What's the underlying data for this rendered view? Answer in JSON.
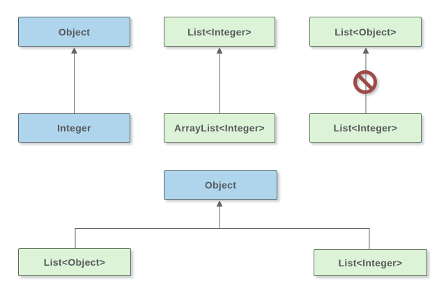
{
  "diagram": {
    "title_hint": "Java generics covariance diagram",
    "colors": {
      "blue_fill": "#aed5ec",
      "blue_border": "#53626c",
      "green_fill": "#ddf3d8",
      "green_border": "#5d6d57",
      "line": "#5f6466",
      "text": "#54585b",
      "forbidden": "#9e4a44",
      "background": "#ffffff"
    },
    "nodes": {
      "pair1_top": "Object",
      "pair1_bottom": "Integer",
      "pair2_top": "List<Integer>",
      "pair2_bottom": "ArrayList<Integer>",
      "pair3_top": "List<Object>",
      "pair3_bottom": "List<Integer>",
      "tree_root": "Object",
      "tree_left_child": "List<Object>",
      "tree_right_child": "List<Integer>"
    },
    "icons": {
      "no_symbol": "prohibition-icon"
    }
  }
}
